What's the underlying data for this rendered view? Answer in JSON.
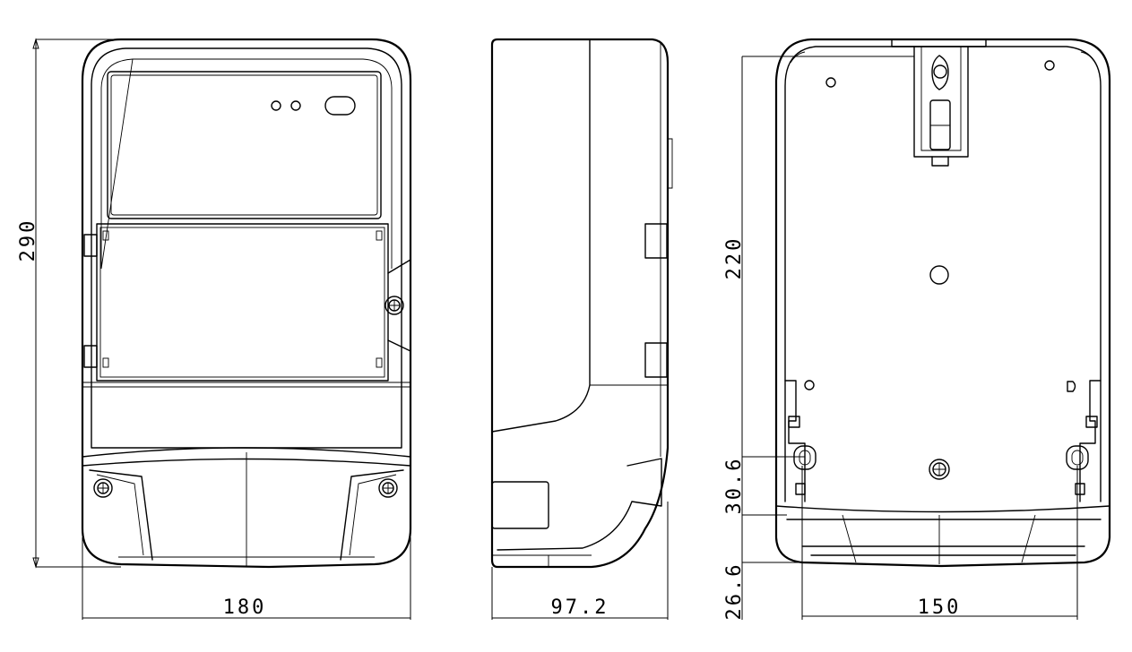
{
  "views": {
    "front": {
      "dim_height": "290",
      "dim_width": "180"
    },
    "side": {
      "dim_depth": "97.2"
    },
    "back": {
      "dim_hanging_height": "220",
      "dim_terminal_offset": "30.6",
      "dim_bottom_offset": "26.6",
      "dim_mount_width": "150"
    }
  }
}
